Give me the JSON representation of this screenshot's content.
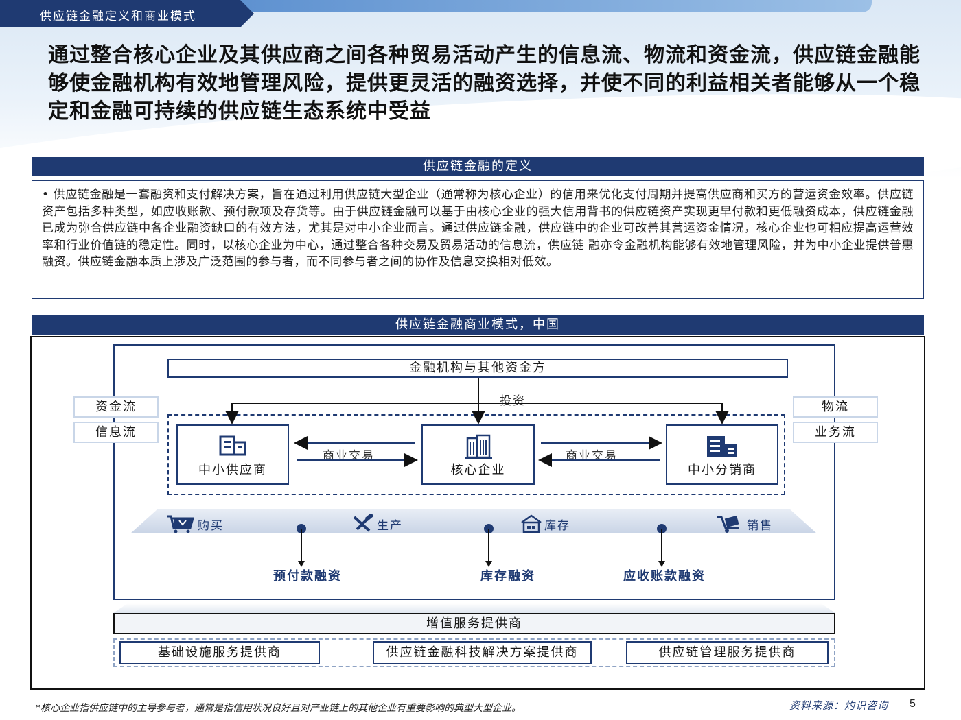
{
  "header": {
    "section_tag": "供应链金融定义和商业模式"
  },
  "headline": "通过整合核心企业及其供应商之间各种贸易活动产生的信息流、物流和资金流，供应链金融能够使金融机构有效地管理风险，提供更灵活的融资选择，并使不同的利益相关者能够从一个稳定和金融可持续的供应链生态系统中受益",
  "definition": {
    "title": "供应链金融的定义",
    "body": "•  供应链金融是一套融资和支付解决方案，旨在通过利用供应链大型企业（通常称为核心企业）的信用来优化支付周期并提高供应商和买方的营运资金效率。供应链资产包括多种类型，如应收账款、预付款项及存货等。由于供应链金融可以基于由核心企业的强大信用背书的供应链资产实现更早付款和更低融资成本，供应链金融已成为弥合供应链中各企业融资缺口的有效方法，尤其是对中小企业而言。通过供应链金融，供应链中的企业可改善其营运资金情况，核心企业也可相应提高运营效率和行业价值链的稳定性。同时，以核心企业为中心，通过整合各种交易及贸易活动的信息流，供应链 融亦令金融机构能够有效地管理风险，并为中小企业提供普惠融资。供应链金融本质上涉及广泛范围的参与者，而不同参与者之间的协作及信息交换相对低效。"
  },
  "model": {
    "title": "供应链金融商业模式，中国",
    "fund_box": "金融机构与其他资金方",
    "invest_label": "投资",
    "left_flows": [
      "资金流",
      "信息流"
    ],
    "right_flows": [
      "物流",
      "业务流"
    ],
    "entities": {
      "supplier": "中小供应商",
      "core": "核心企业",
      "distributor": "中小分销商"
    },
    "trade_label_left": "商业交易",
    "trade_label_right": "商业交易",
    "stages": [
      "购买",
      "生产",
      "库存",
      "销售"
    ],
    "financing": [
      "预付款融资",
      "库存融资",
      "应收账款融资"
    ],
    "vas_title": "增值服务提供商",
    "vas_providers": [
      "基础设施服务提供商",
      "供应链金融科技解决方案提供商",
      "供应链管理服务提供商"
    ]
  },
  "footer": {
    "footnote": "*核心企业指供应链中的主导参与者，通常是指信用状况良好且对产业链上的其他企业有重要影响的典型大型企业。",
    "source": "资料来源：灼识咨询",
    "page_number": "5"
  },
  "colors": {
    "navy": "#1f3a72",
    "light_blue": "#9cc0e6"
  }
}
